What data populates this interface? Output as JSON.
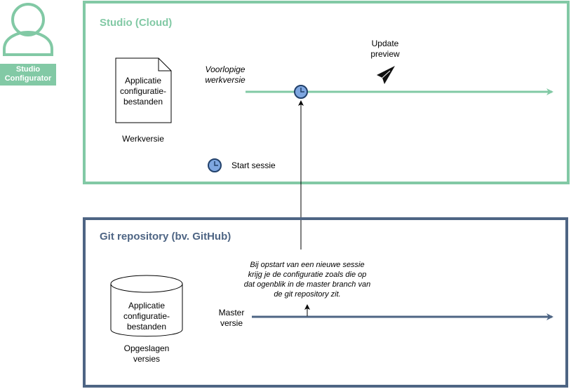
{
  "colors": {
    "studio_border": "#82c9a5",
    "git_border": "#4e6584",
    "actor_badge": "#82c9a5",
    "timeline_green": "#82c9a5",
    "timeline_navy": "#4e6584",
    "clock_fill": "#7ea6e0",
    "clock_stroke": "#22416b"
  },
  "actor": {
    "icon": "person-icon",
    "label_line1": "Studio",
    "label_line2": "Configurator"
  },
  "studio": {
    "title": "Studio (Cloud)",
    "doc_line1": "Applicatie",
    "doc_line2": "configuratie-",
    "doc_line3": "bestanden",
    "doc_caption": "Werkversie",
    "timeline_label_line1": "Voorlopige",
    "timeline_label_line2": "werkversie",
    "update_line1": "Update",
    "update_line2": "preview",
    "update_icon": "send-icon",
    "legend_icon": "clock-icon",
    "legend_label": "Start sessie"
  },
  "git": {
    "title": "Git repository (bv. GitHub)",
    "db_line1": "Applicatie",
    "db_line2": "configuratie-",
    "db_line3": "bestanden",
    "db_caption_line1": "Opgeslagen",
    "db_caption_line2": "versies",
    "timeline_label_line1": "Master",
    "timeline_label_line2": "versie",
    "note_line1": "Bij opstart van een nieuwe sessie",
    "note_line2": "krijg je de configuratie zoals die op",
    "note_line3": "dat ogenblik in de master branch van",
    "note_line4": "de git repository zit."
  }
}
